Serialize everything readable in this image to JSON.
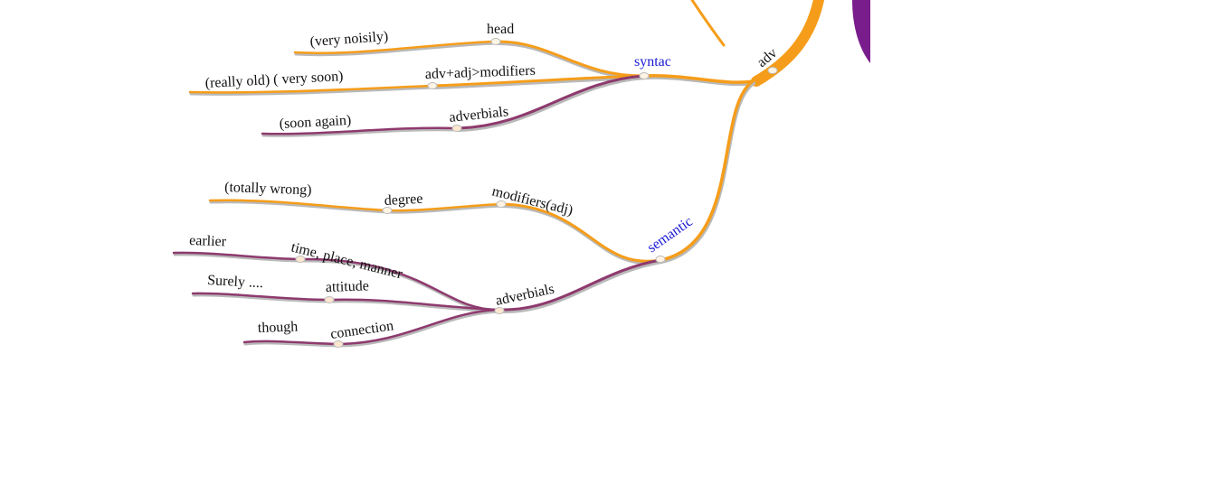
{
  "colors": {
    "orange": "#f59d1a",
    "purple": "#8e3a6e",
    "violet": "#7a1d8c",
    "label_black": "#111111",
    "label_blue": "#1a1ad6"
  },
  "labels": {
    "adv": "adv",
    "syntac": "syntac",
    "semantic": "semantic",
    "head": "head",
    "very_noisily": "(very noisily)",
    "adv_adj_modifiers": "adv+adj>modifiers",
    "really_old_very_soon": "(really old) ( very soon)",
    "adverbials_syntac": "adverbials",
    "soon_again": "(soon again)",
    "modifiers_adj": "modifiers(adj)",
    "degree": "degree",
    "totally_wrong": "(totally wrong)",
    "adverbials_semantic": "adverbials",
    "time_place_manner": "time, place, manner",
    "earlier": "earlier",
    "attitude": "attitude",
    "surely": "Surely ....",
    "connection": "connection",
    "though": "though"
  }
}
